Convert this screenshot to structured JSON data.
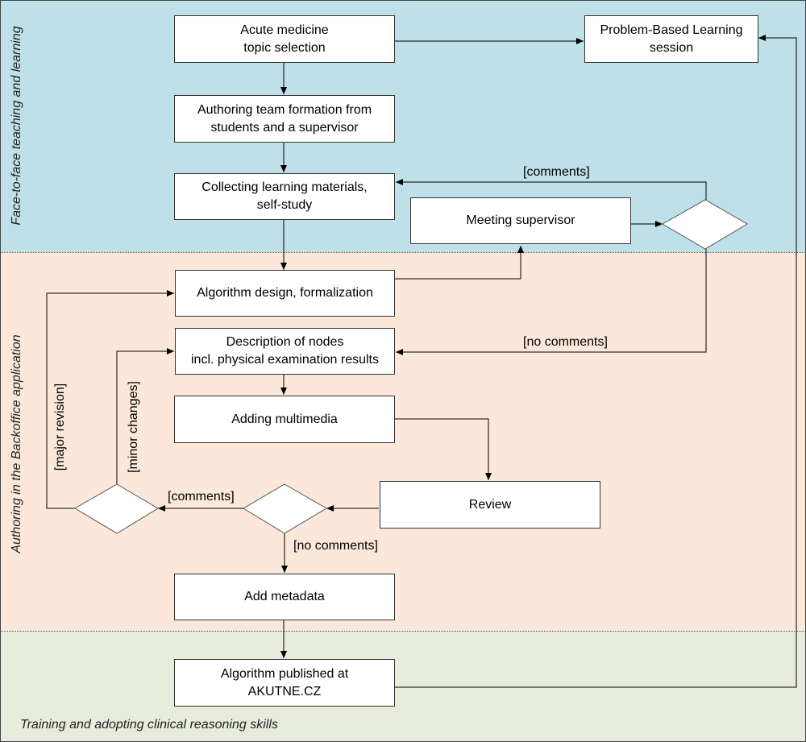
{
  "lanes": {
    "face_to_face": "Face-to-face teaching and learning",
    "authoring": "Authoring in the Backoffice application",
    "training": "Training and adopting clinical reasoning skills"
  },
  "nodes": {
    "topic_selection": "Acute medicine\ntopic selection",
    "pbl_session": "Problem-Based Learning\nsession",
    "team_formation": "Authoring team formation from\nstudents and a supervisor",
    "collecting": "Collecting learning materials,\nself-study",
    "meeting_supervisor": "Meeting supervisor",
    "algorithm_design": "Algorithm design, formalization",
    "description_nodes": "Description of nodes\nincl. physical examination results",
    "adding_multimedia": "Adding multimedia",
    "review": "Review",
    "add_metadata": "Add metadata",
    "published": "Algorithm published at\nAKUTNE.CZ"
  },
  "edge_labels": {
    "comments_top": "[comments]",
    "no_comments_top": "[no comments]",
    "comments_bottom": "[comments]",
    "no_comments_bottom": "[no comments]",
    "major_revision": "[major revision]",
    "minor_changes": "[minor changes]"
  }
}
